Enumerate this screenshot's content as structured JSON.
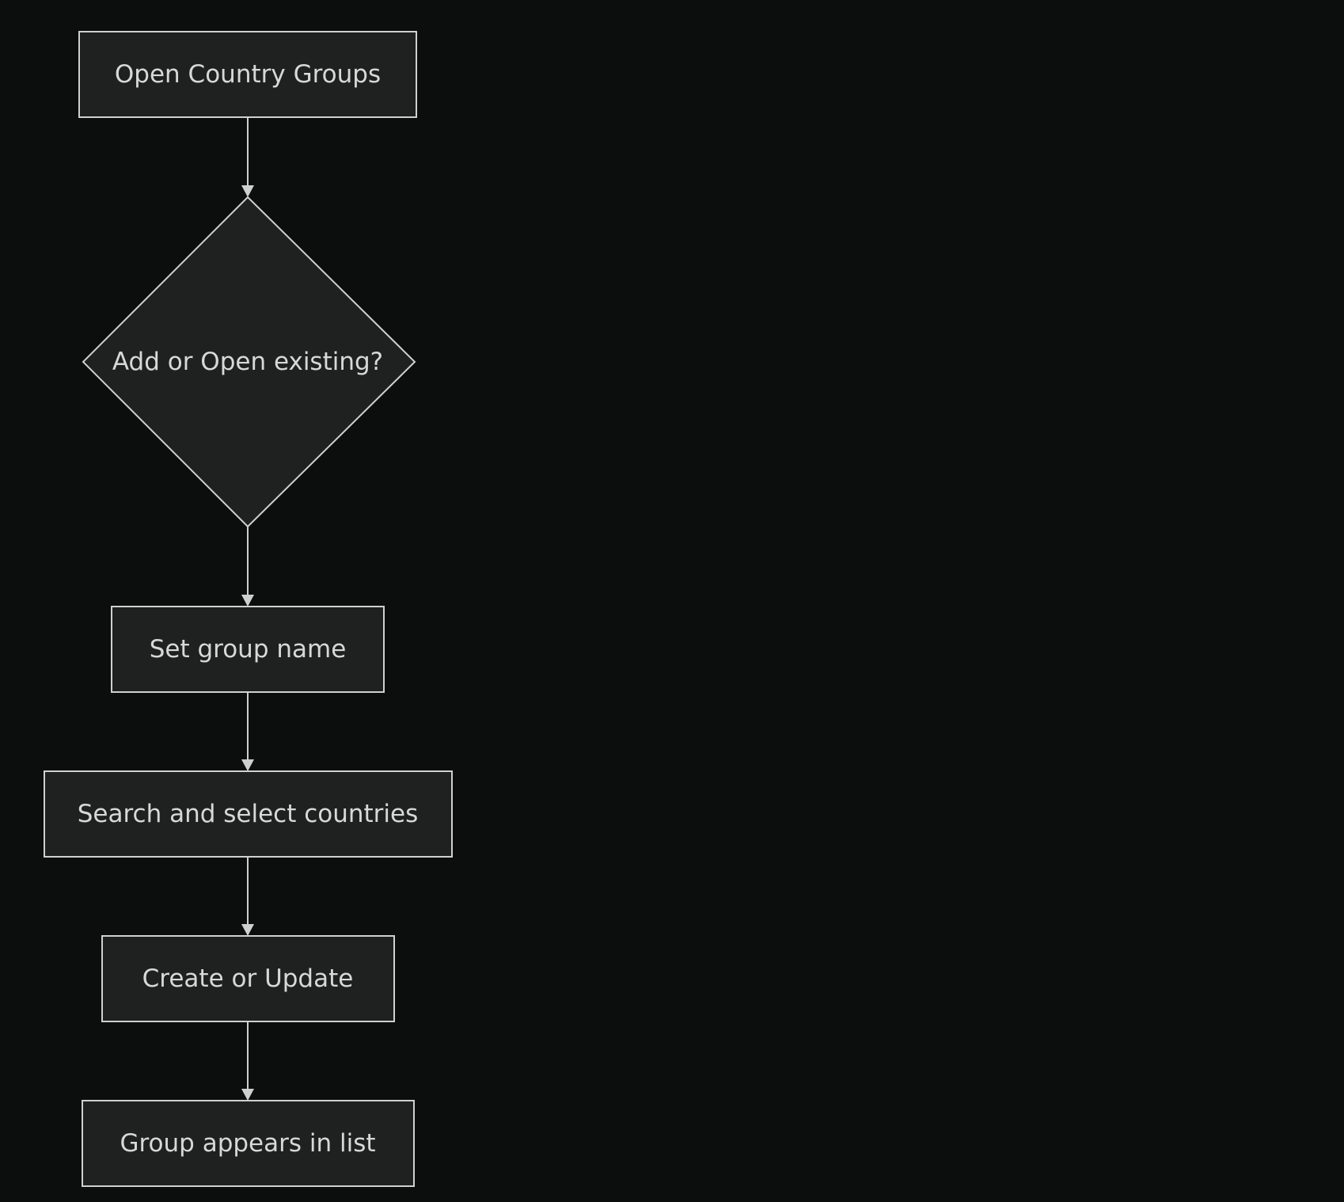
{
  "diagram": {
    "nodes": {
      "open_country_groups": "Open Country Groups",
      "add_or_open_existing": "Add or Open existing?",
      "set_group_name": "Set group name",
      "search_and_select_countries": "Search and select countries",
      "create_or_update": "Create or Update",
      "group_appears_in_list": "Group appears in list"
    },
    "edges": [
      {
        "from": "open_country_groups",
        "to": "add_or_open_existing"
      },
      {
        "from": "add_or_open_existing",
        "to": "set_group_name"
      },
      {
        "from": "set_group_name",
        "to": "search_and_select_countries"
      },
      {
        "from": "search_and_select_countries",
        "to": "create_or_update"
      },
      {
        "from": "create_or_update",
        "to": "group_appears_in_list"
      }
    ]
  },
  "colors": {
    "background": "#0c0e0e",
    "node_fill": "#1f2020",
    "node_stroke": "#d0d0d0",
    "text": "#d8d8d8",
    "edge": "#cfcfcf"
  }
}
